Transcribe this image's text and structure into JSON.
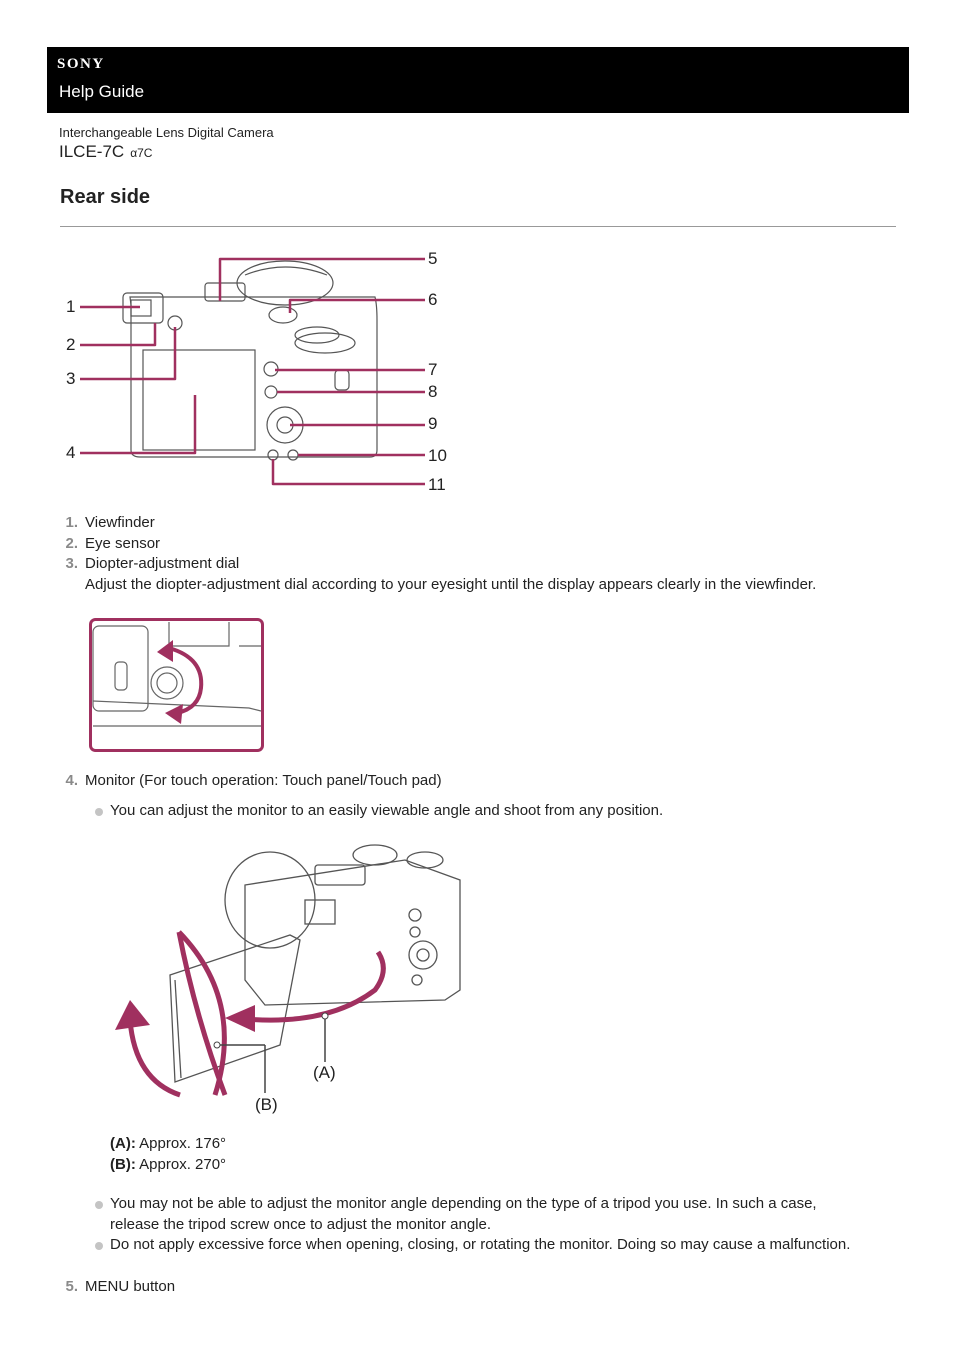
{
  "header": {
    "brand": "SONY",
    "subtitle": "Help Guide"
  },
  "product": {
    "category": "Interchangeable Lens Digital Camera",
    "model": "ILCE-7C",
    "model_alt": "α7C"
  },
  "page_title": "Rear side",
  "diagram_callouts": [
    "1",
    "2",
    "3",
    "4",
    "5",
    "6",
    "7",
    "8",
    "9",
    "10",
    "11"
  ],
  "items": [
    {
      "num": "1.",
      "label": "Viewfinder"
    },
    {
      "num": "2.",
      "label": "Eye sensor"
    },
    {
      "num": "3.",
      "label": "Diopter-adjustment dial",
      "desc": "Adjust the diopter-adjustment dial according to your eyesight until the display appears clearly in the viewfinder."
    },
    {
      "num": "4.",
      "label": "Monitor (For touch operation: Touch panel/Touch pad)",
      "bullets": [
        "You can adjust the monitor to an easily viewable angle and shoot from any position.",
        "You may not be able to adjust the monitor angle depending on the type of a tripod you use. In such a case,",
        "release the tripod screw once to adjust the monitor angle.",
        "Do not apply excessive force when opening, closing, or rotating the monitor. Doing so may cause a malfunction."
      ],
      "angles": [
        {
          "key": "(A):",
          "value": " Approx. 176°"
        },
        {
          "key": "(B):",
          "value": " Approx. 270°"
        }
      ],
      "figure_labels": [
        "(A)",
        "(B)"
      ]
    },
    {
      "num": "5.",
      "label": "MENU button"
    }
  ],
  "colors": {
    "accent": "#a0305f",
    "header_bg": "#000000"
  }
}
